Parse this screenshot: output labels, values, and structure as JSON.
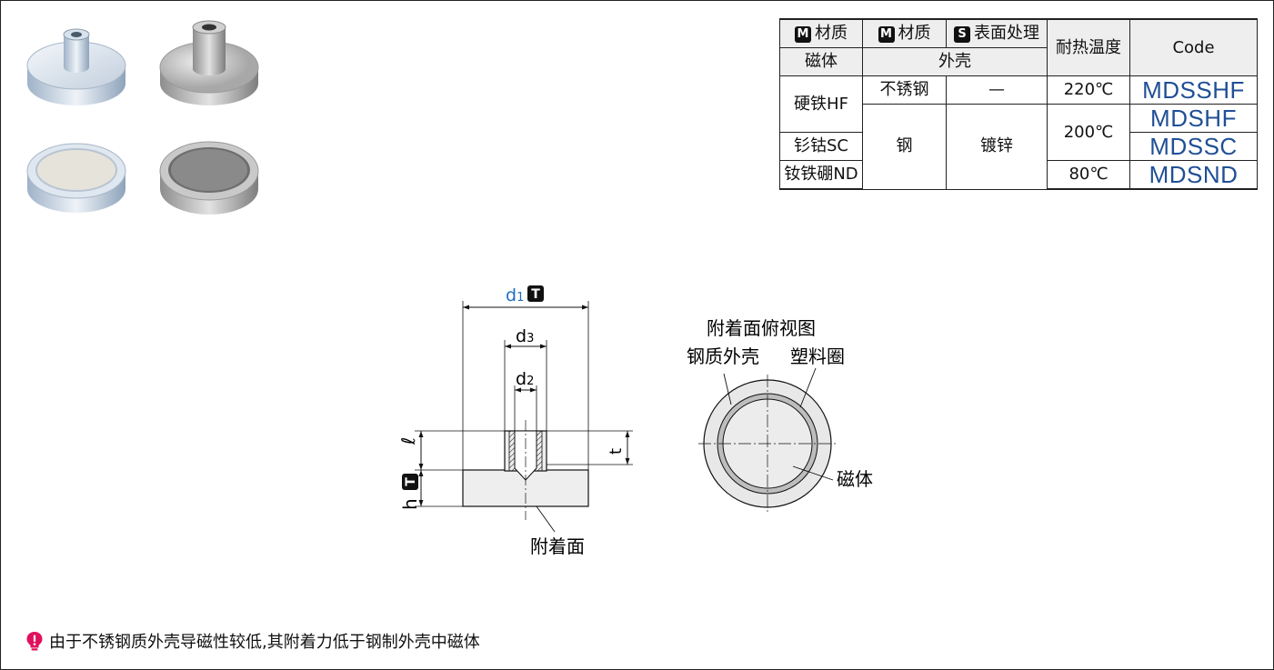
{
  "table": {
    "header": {
      "material_magnet": "材质",
      "material_shell": "材质",
      "surface_treatment": "表面处理",
      "heat_resistance": "耐热温度",
      "code": "Code",
      "badge_m": "M",
      "badge_s": "S",
      "sub_magnet": "磁体",
      "sub_shell": "外壳"
    },
    "rows": [
      {
        "magnet": "硬铁HF",
        "shell": "不锈钢",
        "surface": "—",
        "temp": "220℃",
        "code": "MDSSHF"
      },
      {
        "magnet": "",
        "shell": "钢",
        "surface": "镀锌",
        "temp": "200℃",
        "code": "MDSHF"
      },
      {
        "magnet": "钐钴SC",
        "code": "MDSSC"
      },
      {
        "magnet": "钕铁硼ND",
        "temp": "80℃",
        "code": "MDSND"
      }
    ]
  },
  "drawing": {
    "d1": "d",
    "d1_sub": "1",
    "d3": "d",
    "d3_sub": "3",
    "d2": "d",
    "d2_sub": "2",
    "ell": "ℓ",
    "t": "t",
    "h": "h",
    "badge_t": "T",
    "attach_face": "附着面",
    "top_view_title": "附着面俯视图",
    "steel_shell": "钢质外壳",
    "plastic_ring": "塑料圈",
    "magnet": "磁体"
  },
  "note": {
    "text": "由于不锈钢质外壳导磁性较低,其附着力低于钢制外壳中磁体",
    "icon": "warning-bulb-icon"
  },
  "colors": {
    "code_blue": "#1f4f96",
    "dim_blue": "#1f6fc0",
    "warn_red": "#e0105f"
  }
}
